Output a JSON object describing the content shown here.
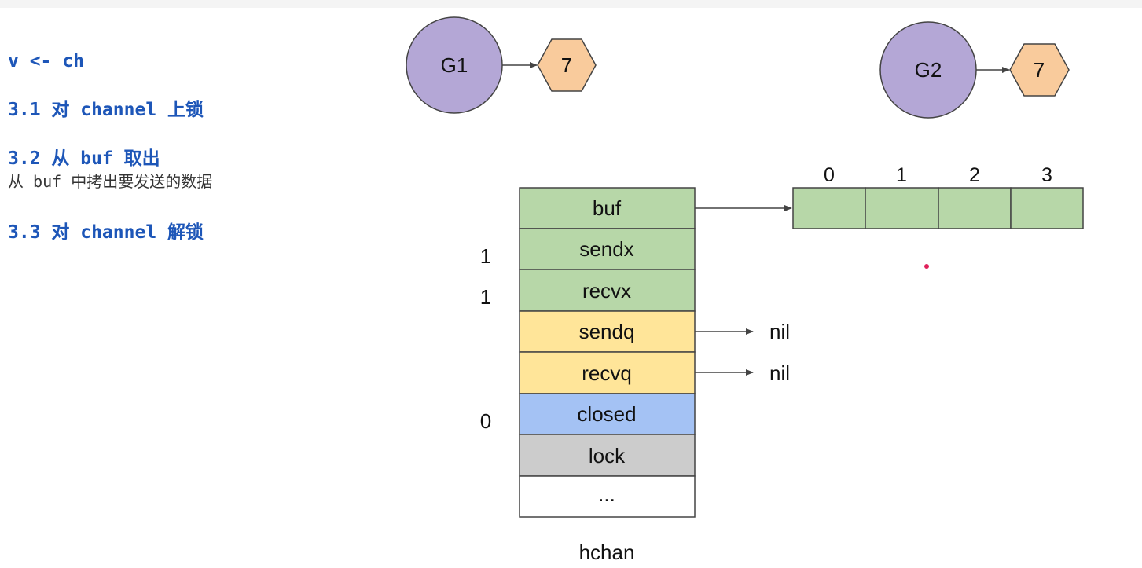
{
  "notes": {
    "line1": "v <- ch",
    "line2": "3.1 对 channel 上锁",
    "line3": "3.2 从 buf 取出",
    "line4": "从 buf 中拷出要发送的数据",
    "line5": "3.3 对 channel 解锁"
  },
  "goroutines": [
    {
      "label": "G1",
      "value": "7"
    },
    {
      "label": "G2",
      "value": "7"
    }
  ],
  "buffer": {
    "indices": [
      "0",
      "1",
      "2",
      "3"
    ]
  },
  "hchan": {
    "fields": [
      {
        "label": "buf",
        "value": "",
        "target": ""
      },
      {
        "label": "sendx",
        "value": "1",
        "target": ""
      },
      {
        "label": "recvx",
        "value": "1",
        "target": ""
      },
      {
        "label": "sendq",
        "value": "",
        "target": "nil"
      },
      {
        "label": "recvq",
        "value": "",
        "target": "nil"
      },
      {
        "label": "closed",
        "value": "0",
        "target": ""
      },
      {
        "label": "lock",
        "value": "",
        "target": ""
      },
      {
        "label": "...",
        "value": "",
        "target": ""
      }
    ],
    "caption": "hchan"
  },
  "colors": {
    "green": "#b7d7a8",
    "yellow": "#ffe599",
    "blue": "#a4c2f4",
    "gray": "#cccccc",
    "white": "#ffffff",
    "goroutine": "#b4a7d6",
    "hexagon": "#f9cb9c"
  }
}
